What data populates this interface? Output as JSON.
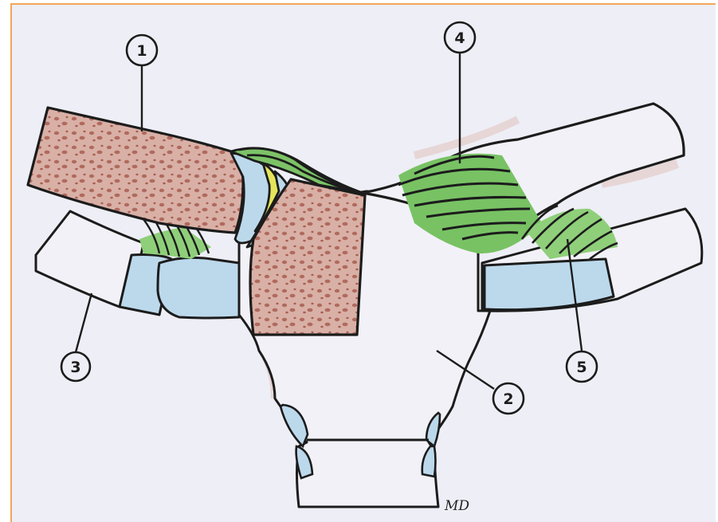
{
  "figure": {
    "labels": {
      "one": "1",
      "two": "2",
      "three": "3",
      "four": "4",
      "five": "5"
    },
    "signature": "MD"
  },
  "colors": {
    "paper": "#eeeef6",
    "border_accent": "#f3a65a",
    "ink": "#1c1c1c",
    "bone_red": "#c98f84",
    "bone_speckle": "#b06a5e",
    "cartilage_blue": "#bcd9ec",
    "ligament_green": "#5db04a",
    "fat_yellow": "#e4e55a"
  }
}
